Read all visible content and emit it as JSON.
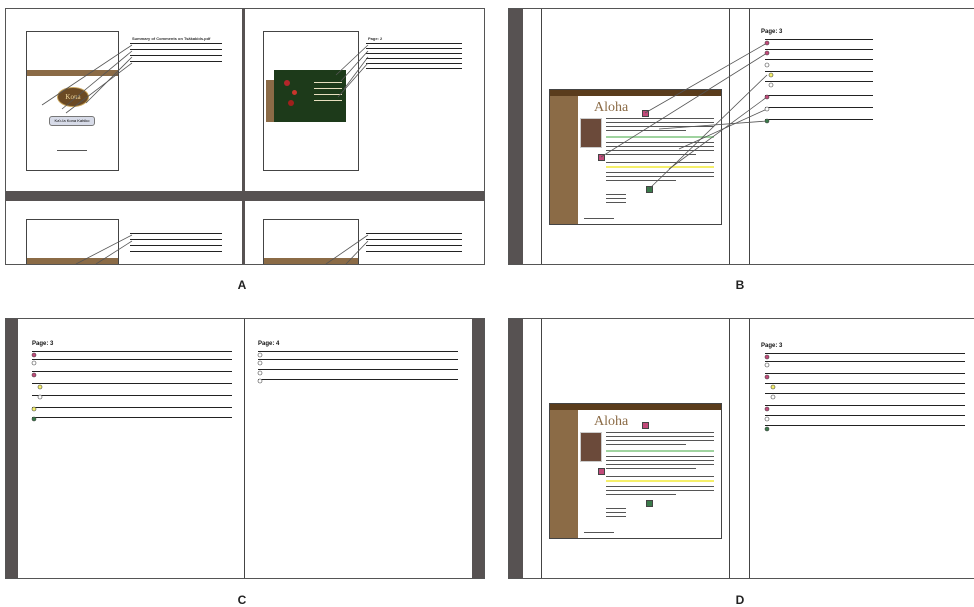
{
  "labels": {
    "a": "A",
    "b": "B",
    "c": "C",
    "d": "D"
  },
  "panel_a": {
    "summary_title": "Summary of Comments on Tsäkakids.pdf",
    "page_label_small": "Page: 2",
    "logo_text": "Kona",
    "caption_bubble": "Kaʻuʻa Kona Kahiko"
  },
  "panel_b": {
    "page_heading": "Page: 3",
    "aloha_title": "Aloha"
  },
  "panel_c": {
    "page_heading_left": "Page: 3",
    "page_heading_right": "Page: 4"
  },
  "panel_d": {
    "page_heading": "Page: 3",
    "aloha_title": "Aloha"
  },
  "colors": {
    "frame_gray": "#575252",
    "brown": "#8b6b46",
    "note_pink": "#c24a7a",
    "note_green": "#3a7a4a",
    "highlight_yellow": "#f5ef6a",
    "highlight_green": "#9fd39f"
  }
}
